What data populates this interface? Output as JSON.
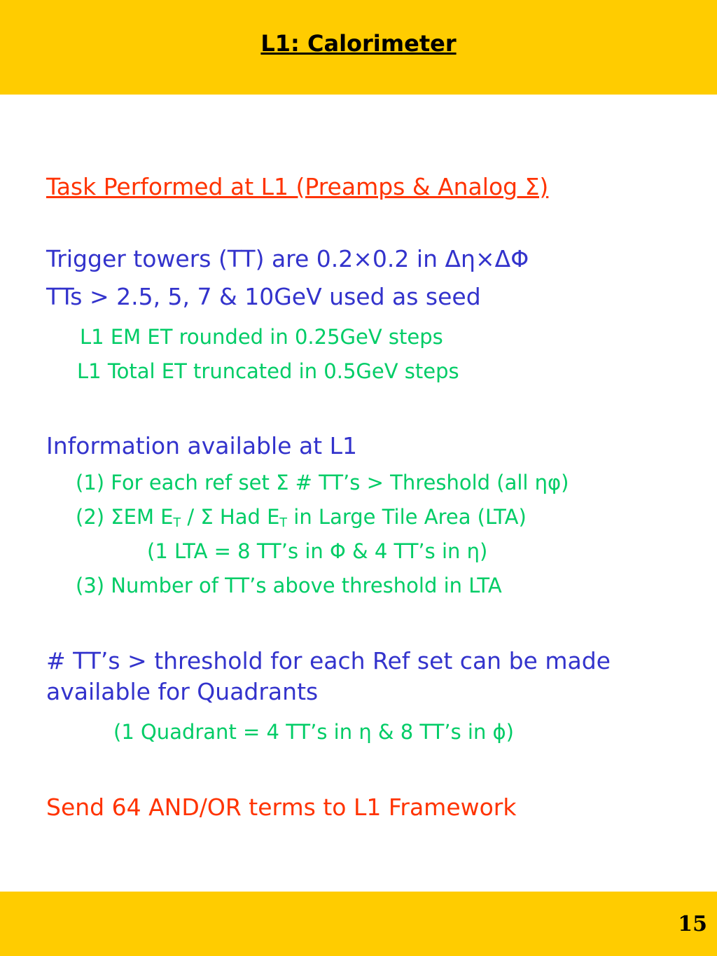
{
  "slide": {
    "title": "L1: Calorimeter",
    "page_number": "15",
    "colors": {
      "band": "#ffcc00",
      "red": "#ff3300",
      "blue": "#3333cc",
      "green": "#00cc66"
    }
  },
  "content": {
    "task_heading": "Task Performed at L1 (Preamps & Analog Σ)",
    "tt_size": "Trigger towers (TT) are 0.2×0.2 in Δη×ΔΦ",
    "tt_seed": "TTs > 2.5, 5, 7 & 10GeV used as seed",
    "em_et": "L1 EM ET rounded in 0.25GeV steps",
    "total_et": "L1 Total ET truncated in 0.5GeV steps",
    "info_heading": "Information available at L1",
    "info_1": "(1) For each ref set Σ # TT’s > Threshold (all ηφ)",
    "info_2_prefix": "(2) ΣEM E",
    "info_2_sub1": "T",
    "info_2_mid": " / Σ Had E",
    "info_2_sub2": "T",
    "info_2_suffix": " in Large Tile Area (LTA)",
    "lta_def": "(1 LTA = 8 TT’s in Φ & 4 TT’s in η)",
    "info_3": "(3) Number of TT’s above threshold in LTA",
    "quad_line1": "# TT’s > threshold for each Ref set can be made",
    "quad_line2": "available for Quadrants",
    "quad_def": "(1 Quadrant = 4 TT’s in η & 8 TT’s in ϕ)",
    "send": "Send 64 AND/OR terms to L1 Framework"
  }
}
